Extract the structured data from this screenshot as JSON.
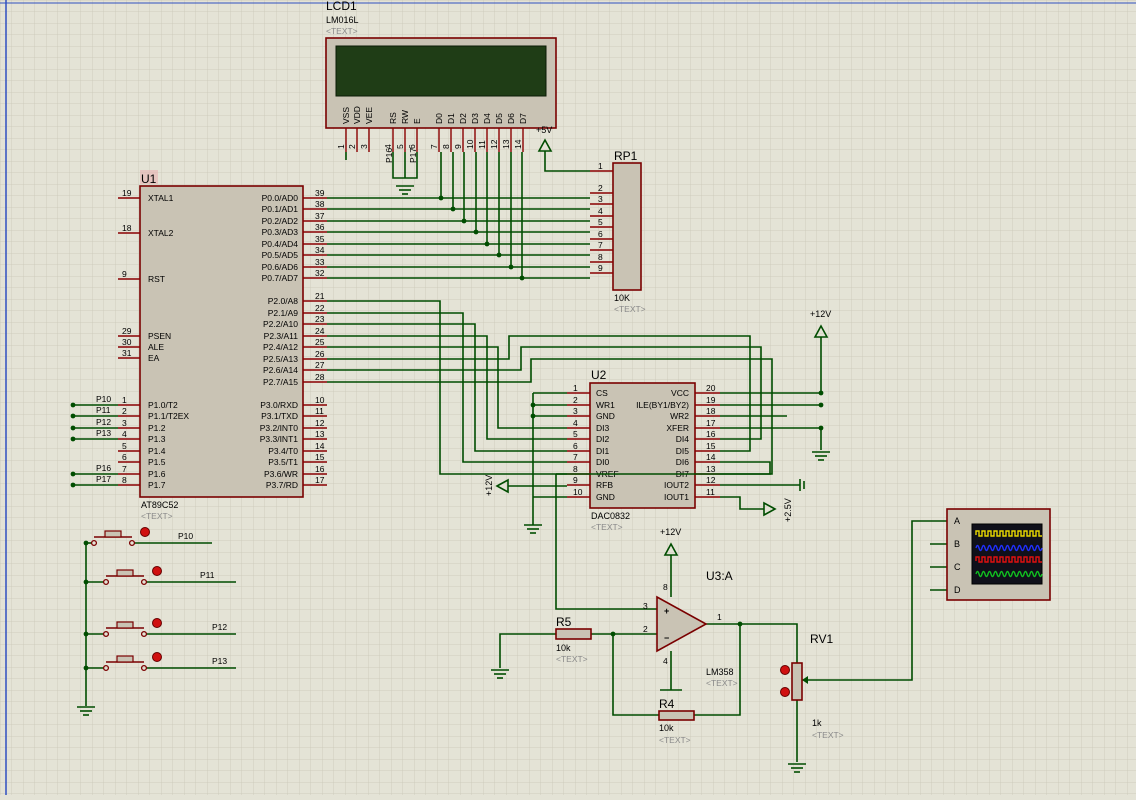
{
  "lcd": {
    "ref": "LCD1",
    "part": "LM016L",
    "text": "<TEXT>",
    "pins": [
      {
        "name": "VSS",
        "num": "1"
      },
      {
        "name": "VDD",
        "num": "2"
      },
      {
        "name": "VEE",
        "num": "3"
      },
      {
        "name": "RS",
        "num": "4"
      },
      {
        "name": "RW",
        "num": "5"
      },
      {
        "name": "E",
        "num": "6"
      },
      {
        "name": "D0",
        "num": "7"
      },
      {
        "name": "D1",
        "num": "8"
      },
      {
        "name": "D2",
        "num": "9"
      },
      {
        "name": "D3",
        "num": "10"
      },
      {
        "name": "D4",
        "num": "11"
      },
      {
        "name": "D5",
        "num": "12"
      },
      {
        "name": "D6",
        "num": "13"
      },
      {
        "name": "D7",
        "num": "14"
      }
    ],
    "rs_net": "P16",
    "e_net": "P17"
  },
  "rp1": {
    "ref": "RP1",
    "value": "10K",
    "text": "<TEXT>",
    "pins": [
      "1",
      "2",
      "3",
      "4",
      "5",
      "6",
      "7",
      "8",
      "9"
    ]
  },
  "mcu": {
    "ref": "U1",
    "part": "AT89C52",
    "text": "<TEXT>",
    "left": [
      {
        "name": "XTAL1",
        "num": "19"
      },
      {
        "name": "XTAL2",
        "num": "18"
      },
      {
        "name": "RST",
        "num": "9"
      },
      {
        "name": "PSEN",
        "num": "29"
      },
      {
        "name": "ALE",
        "num": "30"
      },
      {
        "name": "EA",
        "num": "31"
      },
      {
        "name": "P1.0/T2",
        "num": "1",
        "net": "P10"
      },
      {
        "name": "P1.1/T2EX",
        "num": "2",
        "net": "P11"
      },
      {
        "name": "P1.2",
        "num": "3",
        "net": "P12"
      },
      {
        "name": "P1.3",
        "num": "4",
        "net": "P13"
      },
      {
        "name": "P1.4",
        "num": "5",
        "net": ""
      },
      {
        "name": "P1.5",
        "num": "6",
        "net": ""
      },
      {
        "name": "P1.6",
        "num": "7",
        "net": "P16"
      },
      {
        "name": "P1.7",
        "num": "8",
        "net": "P17"
      }
    ],
    "right": [
      {
        "name": "P0.0/AD0",
        "num": "39"
      },
      {
        "name": "P0.1/AD1",
        "num": "38"
      },
      {
        "name": "P0.2/AD2",
        "num": "37"
      },
      {
        "name": "P0.3/AD3",
        "num": "36"
      },
      {
        "name": "P0.4/AD4",
        "num": "35"
      },
      {
        "name": "P0.5/AD5",
        "num": "34"
      },
      {
        "name": "P0.6/AD6",
        "num": "33"
      },
      {
        "name": "P0.7/AD7",
        "num": "32"
      },
      {
        "name": "P2.0/A8",
        "num": "21"
      },
      {
        "name": "P2.1/A9",
        "num": "22"
      },
      {
        "name": "P2.2/A10",
        "num": "23"
      },
      {
        "name": "P2.3/A11",
        "num": "24"
      },
      {
        "name": "P2.4/A12",
        "num": "25"
      },
      {
        "name": "P2.5/A13",
        "num": "26"
      },
      {
        "name": "P2.6/A14",
        "num": "27"
      },
      {
        "name": "P2.7/A15",
        "num": "28"
      },
      {
        "name": "P3.0/RXD",
        "num": "10"
      },
      {
        "name": "P3.1/TXD",
        "num": "11"
      },
      {
        "name": "P3.2/INT0",
        "num": "12"
      },
      {
        "name": "P3.3/INT1",
        "num": "13"
      },
      {
        "name": "P3.4/T0",
        "num": "14"
      },
      {
        "name": "P3.5/T1",
        "num": "15"
      },
      {
        "name": "P3.6/WR",
        "num": "16"
      },
      {
        "name": "P3.7/RD",
        "num": "17"
      }
    ]
  },
  "dac": {
    "ref": "U2",
    "part": "DAC0832",
    "text": "<TEXT>",
    "left": [
      {
        "name": "CS",
        "num": "1"
      },
      {
        "name": "WR1",
        "num": "2"
      },
      {
        "name": "GND",
        "num": "3"
      },
      {
        "name": "DI3",
        "num": "4"
      },
      {
        "name": "DI2",
        "num": "5"
      },
      {
        "name": "DI1",
        "num": "6"
      },
      {
        "name": "DI0",
        "num": "7"
      },
      {
        "name": "VREF",
        "num": "8"
      },
      {
        "name": "RFB",
        "num": "9"
      },
      {
        "name": "GND",
        "num": "10"
      }
    ],
    "right": [
      {
        "name": "VCC",
        "num": "20"
      },
      {
        "name": "ILE(BY1/BY2)",
        "num": "19"
      },
      {
        "name": "WR2",
        "num": "18"
      },
      {
        "name": "XFER",
        "num": "17"
      },
      {
        "name": "DI4",
        "num": "16"
      },
      {
        "name": "DI5",
        "num": "15"
      },
      {
        "name": "DI6",
        "num": "14"
      },
      {
        "name": "DI7",
        "num": "13"
      },
      {
        "name": "IOUT2",
        "num": "12"
      },
      {
        "name": "IOUT1",
        "num": "11"
      }
    ]
  },
  "power": {
    "p5v": "+5V",
    "p12v_top": "+12V",
    "p12v_left": "+12V",
    "p12v_op": "+12V",
    "p25v": "+2.5V"
  },
  "opamp": {
    "ref": "U3:A",
    "part": "LM358",
    "text": "<TEXT>",
    "plus": "+",
    "minus": "−",
    "pin_out": "1",
    "pin_minus": "2",
    "pin_plus": "3",
    "pin_v": "8",
    "pin_g": "4"
  },
  "r5": {
    "ref": "R5",
    "value": "10k",
    "text": "<TEXT>"
  },
  "r4": {
    "ref": "R4",
    "value": "10k",
    "text": "<TEXT>"
  },
  "rv1": {
    "ref": "RV1",
    "value": "1k",
    "text": "<TEXT>"
  },
  "scope": {
    "channels": [
      "A",
      "B",
      "C",
      "D"
    ],
    "trace_colors": [
      "#e8d800",
      "#2030ff",
      "#e01010",
      "#10c020"
    ]
  },
  "buttons": [
    {
      "net": "P10"
    },
    {
      "net": "P11"
    },
    {
      "net": "P12"
    },
    {
      "net": "P13"
    }
  ]
}
